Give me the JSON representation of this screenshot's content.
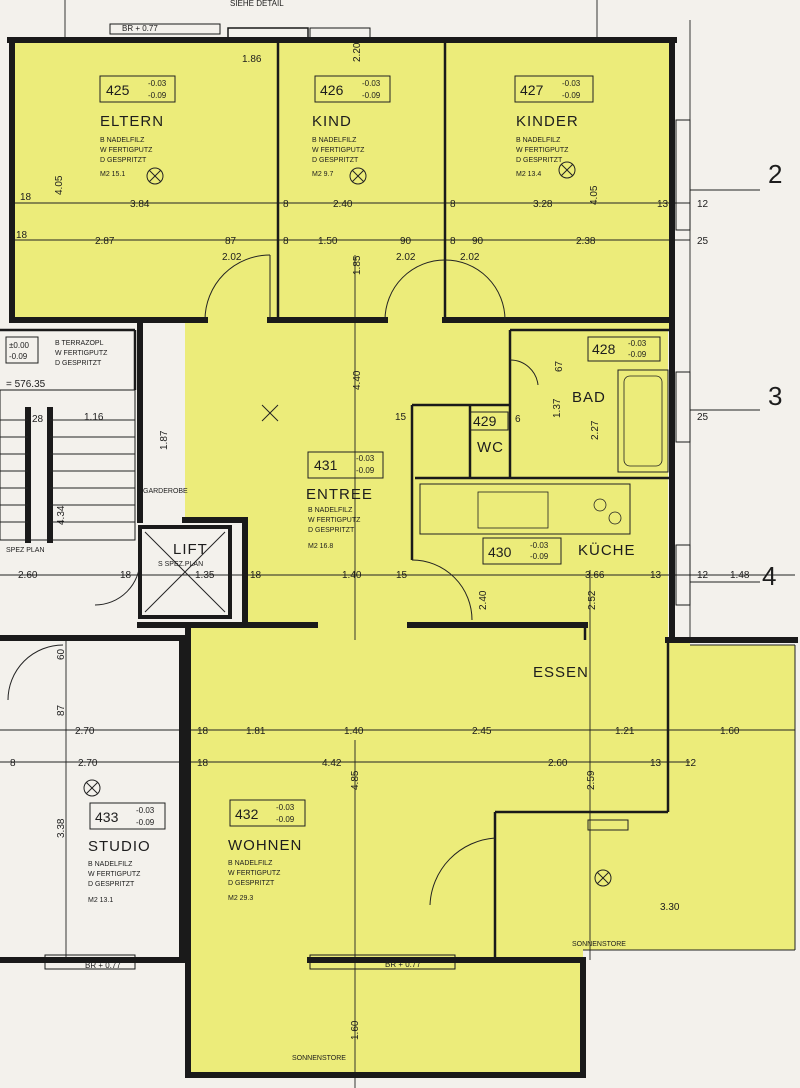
{
  "colors": {
    "apartment_fill": "#ecec7a",
    "outside_fill": "#f3f1ec",
    "wall": "#1a1a1a",
    "line": "#222222"
  },
  "top_label": "SIEHE DETAIL",
  "axes": [
    "2",
    "3",
    "4"
  ],
  "finish_codes": {
    "nadelfilz": "B  NADELFILZ",
    "fertigputz": "W  FERTIGPUTZ",
    "gespritzt": "D  GESPRITZT"
  },
  "rooms": [
    {
      "num": "425",
      "name": "ELTERN",
      "area": "M2 15.1",
      "code_top": "-0.03",
      "code_bot": "-0.09"
    },
    {
      "num": "426",
      "name": "KIND",
      "area": "M2 9.7",
      "code_top": "-0.03",
      "code_bot": "-0.09"
    },
    {
      "num": "427",
      "name": "KINDER",
      "area": "M2 13.4",
      "code_top": "-0.03",
      "code_bot": "-0.09"
    },
    {
      "num": "428",
      "name": "BAD",
      "code_top": "-0.03",
      "code_bot": "-0.09"
    },
    {
      "num": "429",
      "name": "WC"
    },
    {
      "num": "430",
      "name": "KÜCHE",
      "code_top": "-0.03",
      "code_bot": "-0.09"
    },
    {
      "num": "431",
      "name": "ENTREE",
      "area": "M2 16.8",
      "code_top": "-0.03",
      "code_bot": "-0.09"
    },
    {
      "num": "432",
      "name": "WOHNEN",
      "area": "M2 29.3",
      "code_top": "-0.03",
      "code_bot": "-0.09"
    },
    {
      "num": "433",
      "name": "STUDIO",
      "area": "M2 13.1",
      "code_top": "-0.03",
      "code_bot": "-0.09"
    }
  ],
  "labels": {
    "essen": "ESSEN",
    "lift": "LIFT",
    "lift_sub": "S SPEZ.PLAN",
    "garderobe": "GARDEROBE",
    "spez_plan": "SPEZ PLAN",
    "sonnenstore": "SONNENSTORE",
    "stair_finish": [
      "B  TERRAZOPL",
      "W  FERTIGPUTZ",
      "D  GESPRITZT"
    ],
    "stair_codes": [
      "±0.00",
      "-0.09"
    ],
    "elevation": "= 576.35",
    "br_077": "BR + 0.77"
  },
  "dimensions": {
    "top_row": [
      "18",
      "3.84",
      "8",
      "2.40",
      "8",
      "3.28",
      "13",
      "12"
    ],
    "second_row": [
      "18",
      "2.87",
      "87",
      "2.02",
      "8",
      "1.50",
      "90",
      "2.02",
      "8",
      "90",
      "2.02",
      "2.38",
      "25"
    ],
    "vertical": [
      "4.05",
      "4.05",
      "1.85",
      "4.40",
      "1.87",
      "4.34",
      "1.37",
      "2.27",
      "2.40",
      "2.52",
      "4.85",
      "3.38",
      "1.60",
      "2.59"
    ],
    "mid_row": [
      "2.60",
      "18",
      "1.35",
      "18",
      "1.40",
      "15",
      "3.66",
      "13",
      "12",
      "1.48"
    ],
    "lower_row_a": [
      "2.70",
      "18",
      "1.81",
      "1.40",
      "2.45",
      "1.21",
      "1.60"
    ],
    "lower_row_b": [
      "2.70",
      "18",
      "4.42",
      "2.60",
      "13",
      "12"
    ],
    "misc": [
      "1.16",
      "28",
      "8",
      "87",
      "60",
      "67",
      "15",
      "12",
      "6",
      "25",
      "3.30"
    ],
    "ventilation": [
      "1.86",
      "2.20"
    ]
  }
}
